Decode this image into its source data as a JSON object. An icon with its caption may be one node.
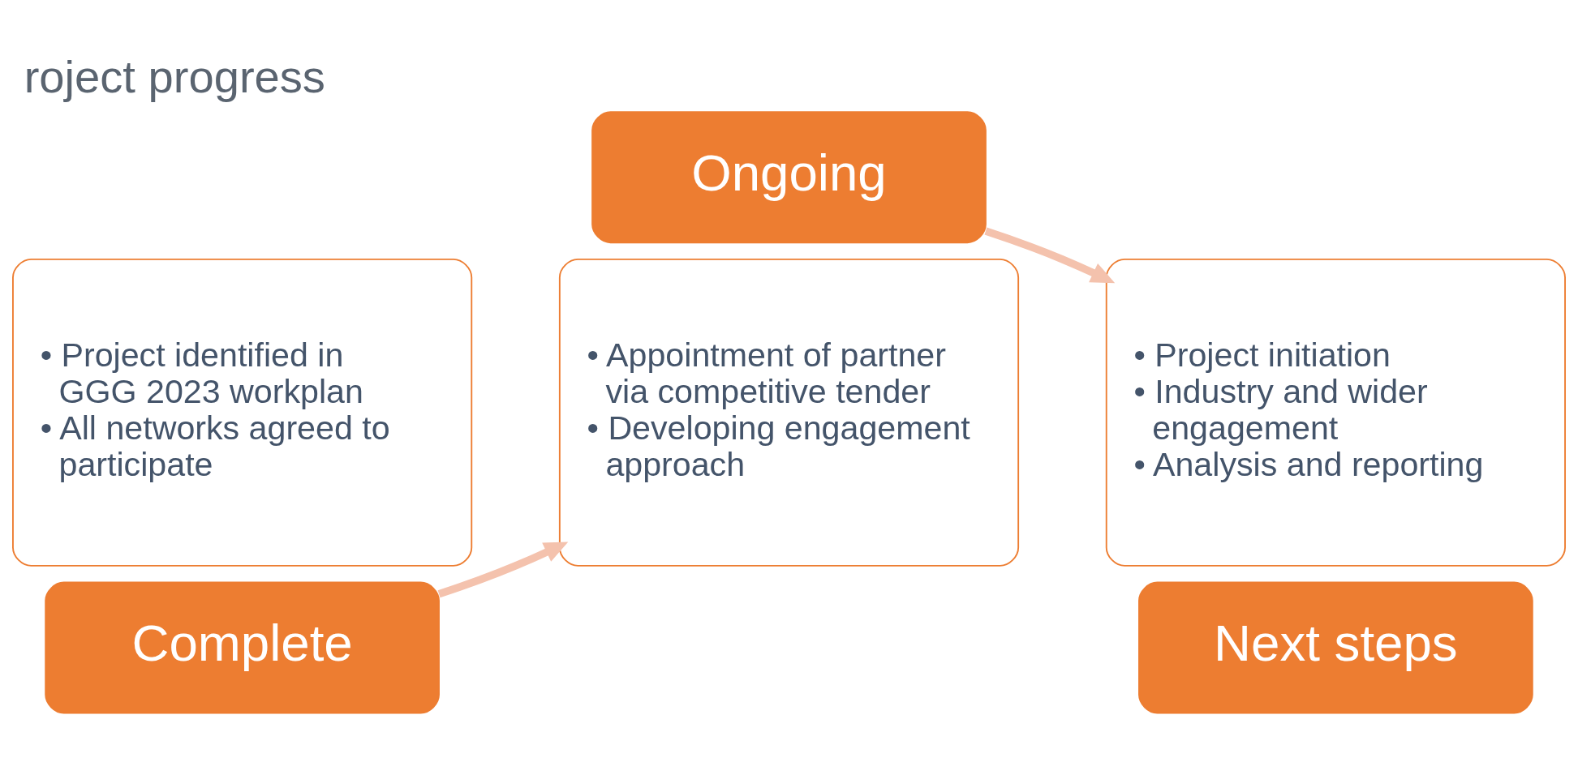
{
  "diagram": {
    "title": "roject progress",
    "nodes": [
      {
        "text": [
          "• Project identified in GGG 2023 workplan",
          "• All networks agreed to participate"
        ]
      },
      {
        "text": [
          "Complete"
        ]
      },
      {
        "text": [
          "Ongoing"
        ]
      },
      {
        "text": [
          "• Appointment of partner via competitive tender",
          "• Developing engagement approach"
        ]
      },
      {
        "text": [
          "• Project initiation",
          "• Industry and wider engagement",
          "• Analysis and reporting"
        ]
      },
      {
        "text": [
          "Next steps"
        ]
      }
    ],
    "edges": [
      {
        "from": 1,
        "to": 3,
        "arrow": "to"
      },
      {
        "from": 2,
        "to": 4,
        "arrow": "to"
      }
    ]
  }
}
